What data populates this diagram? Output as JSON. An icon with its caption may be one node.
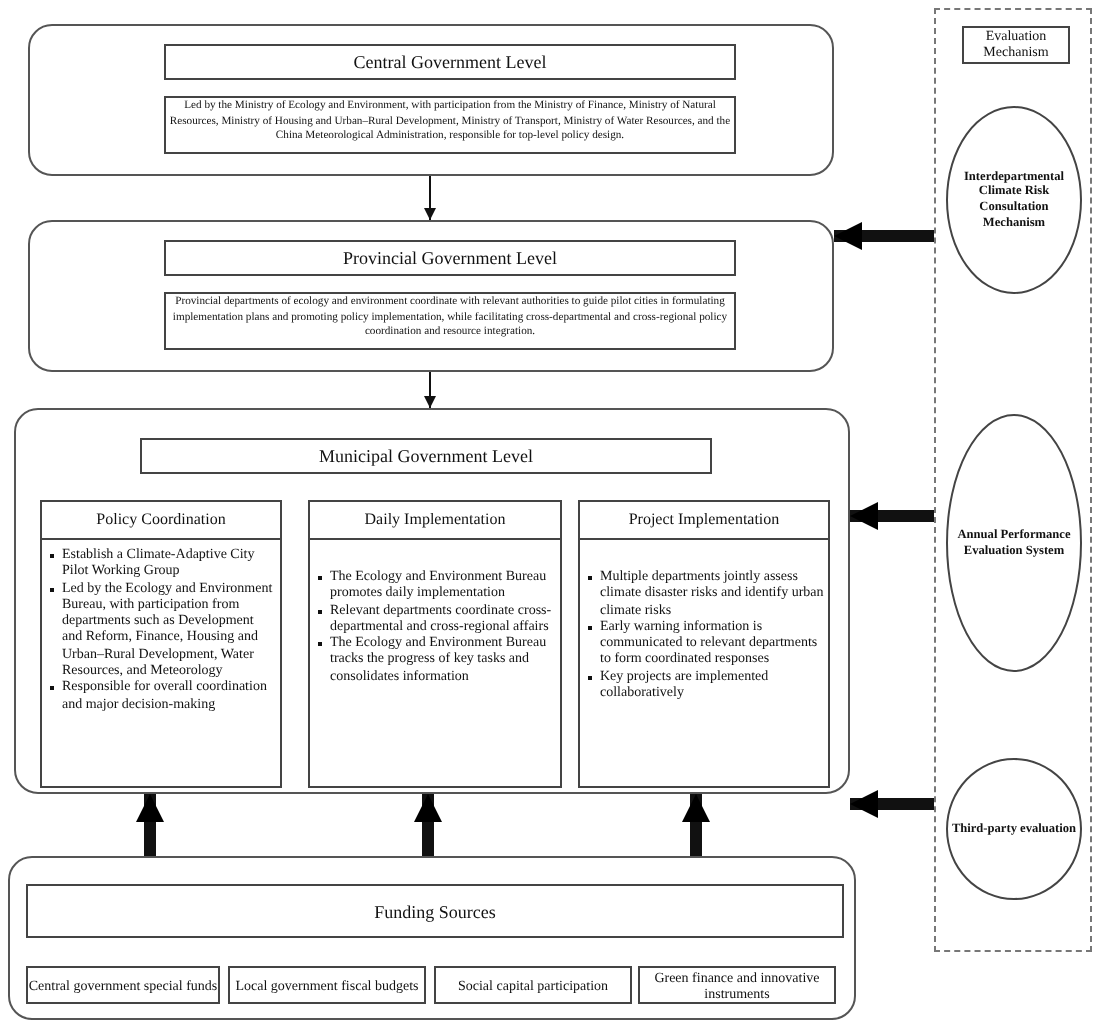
{
  "diagram": {
    "nodes": [
      {
        "text": [],
        "shape": "box"
      },
      {
        "text": [
          "Central Government Level"
        ],
        "in": 0
      },
      {
        "text": [
          "Led by the Ministry of Ecology and Environment, with participation from the Ministry of Finance, Ministry of Natural Resources, Ministry of Housing and Urban–Rural Development, Ministry of Transport, Ministry of Water Resources, and the China Meteorological Administration, responsible for top-level policy design."
        ],
        "in": 0
      },
      {
        "text": [],
        "shape": "box"
      },
      {
        "text": [
          "Provincial Government Level"
        ],
        "in": 3
      },
      {
        "text": [
          "Provincial departments of ecology and environment coordinate with relevant authorities to guide pilot cities in formulating implementation plans and promoting policy implementation, while facilitating cross-departmental and cross-regional policy coordination and resource integration."
        ],
        "in": 3
      },
      {
        "text": [],
        "shape": "box"
      },
      {
        "text": [
          "Municipal Government Level"
        ],
        "in": 6
      },
      {
        "text": [
          "Policy Coordination",
          "Establish a Climate-Adaptive City Pilot Working Group",
          "Led by the Ecology and Environment Bureau, with participation from departments such as Development and Reform, Finance, Housing and Urban–Rural Development, Water Resources, and Meteorology",
          "Responsible for overall coordination and major decision-making"
        ],
        "in": 6
      },
      {
        "text": [
          "Daily Implementation",
          "The Ecology and Environment Bureau promotes daily implementation",
          "Relevant departments coordinate cross-departmental and cross-regional affairs",
          "The Ecology and Environment Bureau tracks the progress of key tasks and consolidates information"
        ],
        "in": 6
      },
      {
        "text": [
          "Project Implementation",
          "Multiple departments jointly assess climate disaster risks and identify urban climate risks",
          "Early warning information is communicated to relevant departments to form coordinated responses",
          "Key projects are implemented collaboratively"
        ],
        "in": 6
      },
      {
        "text": [],
        "shape": "box"
      },
      {
        "text": [
          "Funding Sources"
        ],
        "in": 11
      },
      {
        "text": [
          "Central government special funds"
        ],
        "in": 11
      },
      {
        "text": [
          "Local government fiscal budgets"
        ],
        "in": 11
      },
      {
        "text": [
          "Social capital participation"
        ],
        "in": 11
      },
      {
        "text": [
          "Green finance and innovative instruments"
        ],
        "in": 11
      },
      {
        "text": [],
        "shape": "box"
      },
      {
        "text": [
          "Evaluation Mechanism"
        ],
        "in": 17
      },
      {
        "text": [
          "Interdepartmental Climate Risk Consultation Mechanism"
        ],
        "in": 17
      },
      {
        "text": [
          "Annual Performance Evaluation System"
        ],
        "in": 17
      },
      {
        "text": [
          "Third-party evaluation"
        ],
        "in": 17
      }
    ],
    "edges": [
      {
        "from": 0,
        "to": 3,
        "arrow": "to"
      },
      {
        "from": 3,
        "to": 6,
        "arrow": "to"
      },
      {
        "from": 17,
        "to": 3,
        "arrow": "to"
      },
      {
        "from": 17,
        "to": 6,
        "arrow": "to"
      },
      {
        "from": 17,
        "to": 6,
        "arrow": "to"
      },
      {
        "from": 11,
        "to": 6,
        "arrow": "to"
      },
      {
        "from": 11,
        "to": 6,
        "arrow": "to"
      },
      {
        "from": 11,
        "to": 6,
        "arrow": "to"
      }
    ]
  }
}
